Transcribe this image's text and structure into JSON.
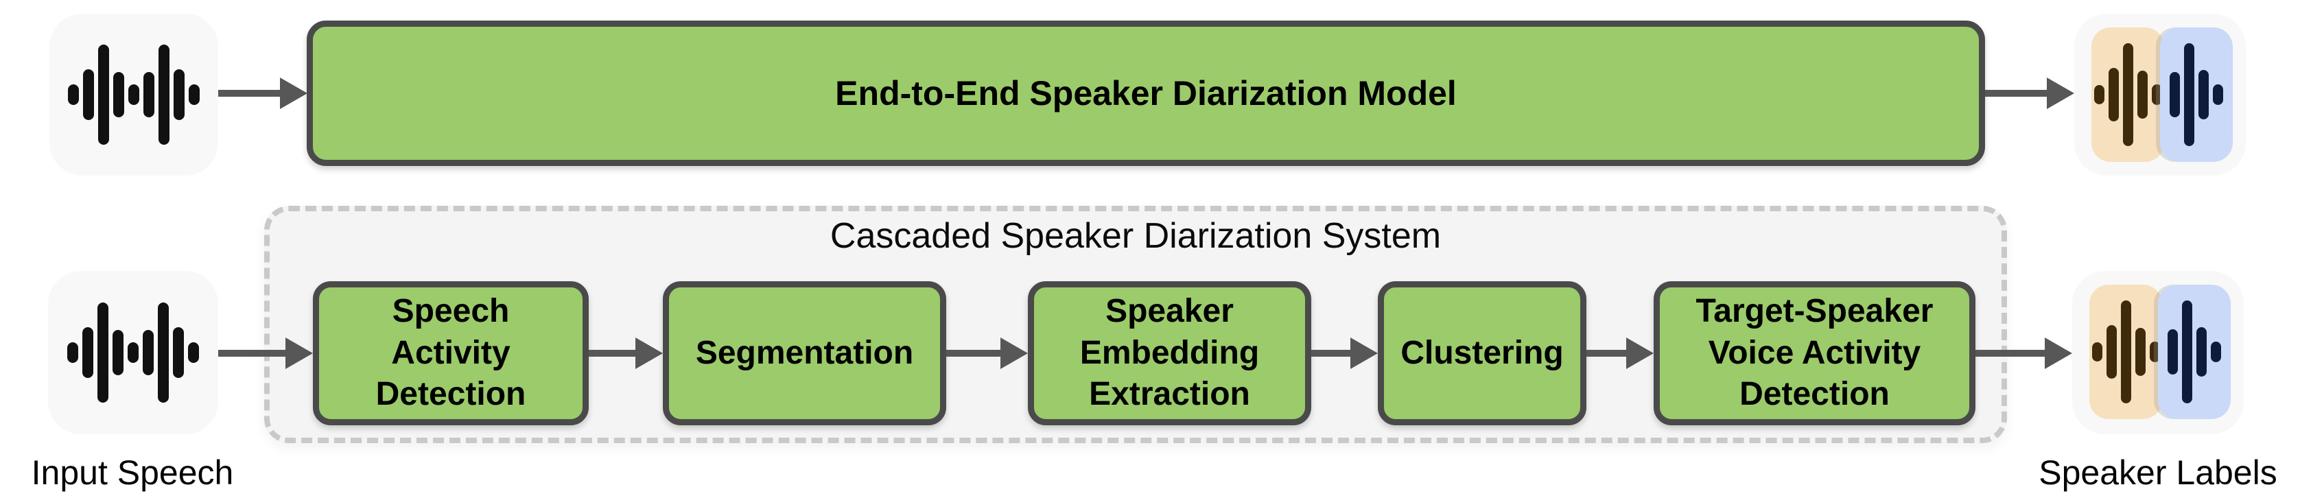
{
  "diagram": {
    "top_flow": {
      "model_label": "End-to-End Speaker Diarization Model"
    },
    "cascade": {
      "title": "Cascaded Speaker Diarization System",
      "stages": [
        {
          "label": "Speech\nActivity\nDetection"
        },
        {
          "label": "Segmentation"
        },
        {
          "label": "Speaker\nEmbedding\nExtraction"
        },
        {
          "label": "Clustering"
        },
        {
          "label": "Target-Speaker\nVoice Activity\nDetection"
        }
      ]
    },
    "input_label": "Input Speech",
    "output_label": "Speaker Labels"
  },
  "icons": {
    "input_waveform": "audio-waveform-icon",
    "output_speakers": "dual-speaker-waveform-icon",
    "waveform_bars": [
      30,
      74,
      146,
      66,
      30,
      66,
      146,
      74,
      30
    ],
    "speaker1_bars": [
      28,
      78,
      150,
      70,
      30
    ],
    "speaker2_bars": [
      66,
      150,
      72,
      30
    ]
  },
  "colors": {
    "stage-green": "#9bcb6a",
    "box-border": "#4a4a4a",
    "arrow": "#575757",
    "container-bg": "#f4f4f4",
    "container-border": "#c9c9c9",
    "icon-bg": "#f8f8f8",
    "speaker1-bg": "#f6e0be",
    "speaker2-bg": "#c9d9f7",
    "speaker1-bar": "#3e2b0b",
    "speaker2-bar": "#0e1b3a",
    "waveform-bar": "#111111"
  }
}
